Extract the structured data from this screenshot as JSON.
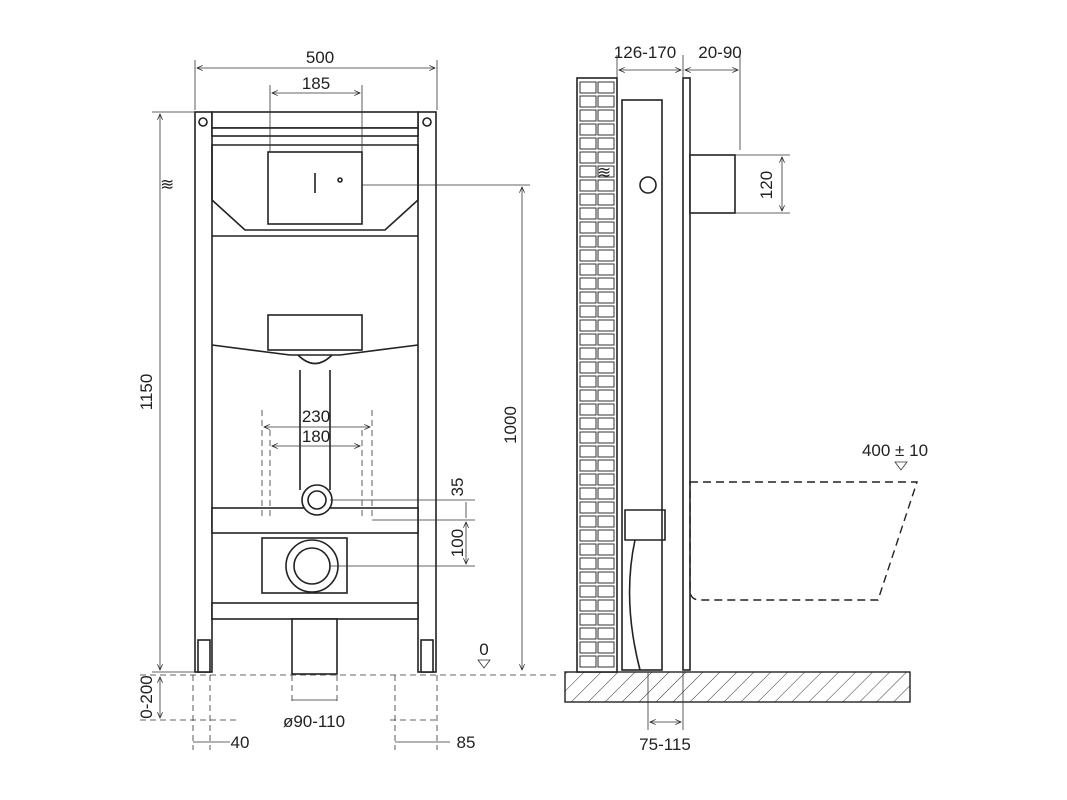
{
  "front_view": {
    "width_total": "500",
    "flush_plate_width": "185",
    "height_total": "1150",
    "flush_height": "1000",
    "bolt_spacing_outer": "230",
    "bolt_spacing_inner": "180",
    "inlet_offset": "35",
    "drain_offset": "100",
    "floor_zero": "0",
    "leg_adjust": "0-200",
    "leg_left": "40",
    "leg_right": "85",
    "drain_diameter": "ø90-110"
  },
  "side_view": {
    "depth_frame": "126-170",
    "depth_finish": "20-90",
    "inlet_height": "120",
    "bowl_height": "400 ± 10",
    "drain_depth": "75-115"
  }
}
